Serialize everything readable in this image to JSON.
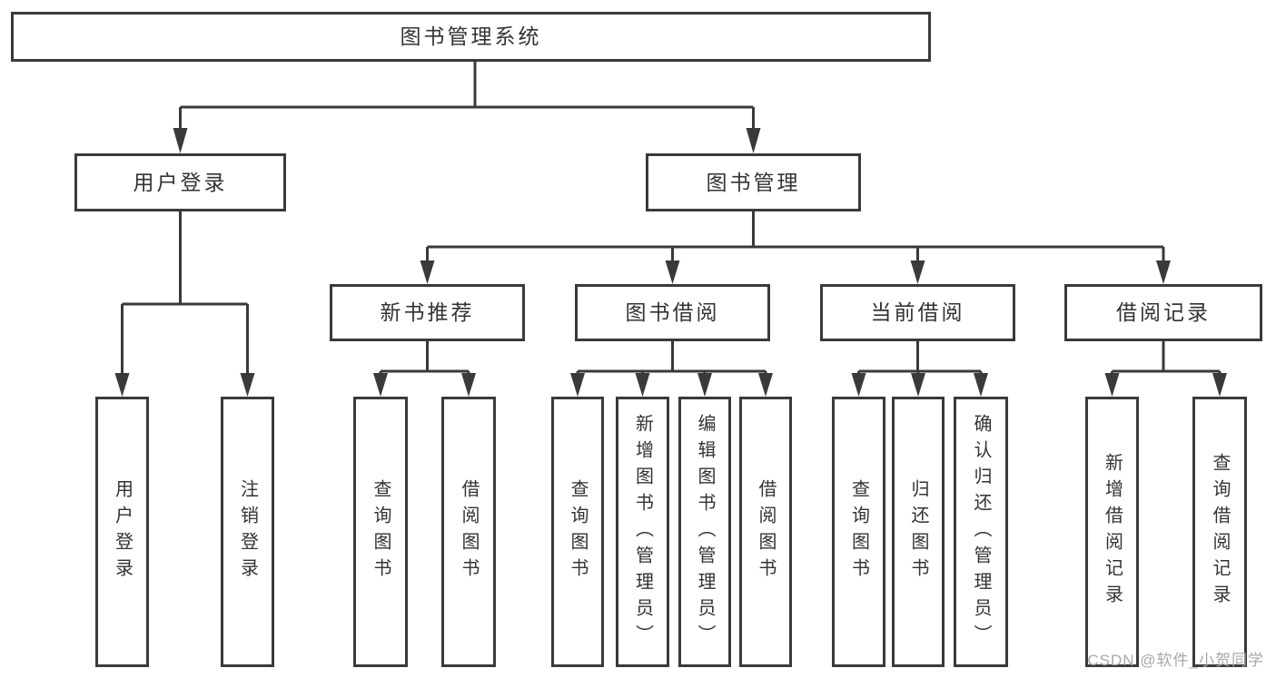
{
  "tree": {
    "root": {
      "label": "图书管理系统"
    },
    "branches": [
      {
        "label": "用户登录",
        "children": [
          {
            "label": "用户登录"
          },
          {
            "label": "注销登录"
          }
        ]
      },
      {
        "label": "图书管理",
        "children": [
          {
            "label": "新书推荐",
            "children": [
              {
                "label": "查询图书"
              },
              {
                "label": "借阅图书"
              }
            ]
          },
          {
            "label": "图书借阅",
            "children": [
              {
                "label": "查询图书"
              },
              {
                "label": "新增图书（管理员）"
              },
              {
                "label": "编辑图书（管理员）"
              },
              {
                "label": "借阅图书"
              }
            ]
          },
          {
            "label": "当前借阅",
            "children": [
              {
                "label": "查询图书"
              },
              {
                "label": "归还图书"
              },
              {
                "label": "确认归还（管理员）"
              }
            ]
          },
          {
            "label": "借阅记录",
            "children": [
              {
                "label": "新增借阅记录"
              },
              {
                "label": "查询借阅记录"
              }
            ]
          }
        ]
      }
    ]
  },
  "watermark": {
    "text": "CSDN @软件_小贺同学"
  },
  "colors": {
    "line": "#3a3a3a",
    "text": "#333333",
    "watermark": "#a8a8a8",
    "background": "#ffffff"
  }
}
